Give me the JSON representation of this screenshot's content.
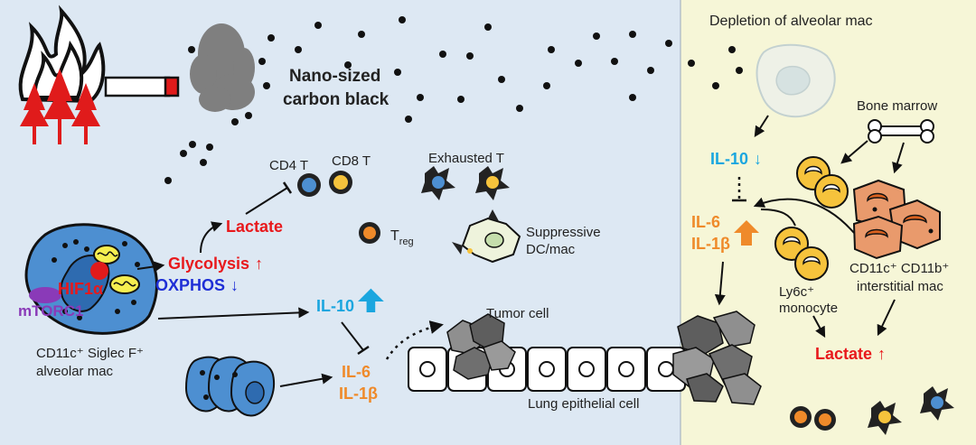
{
  "colors": {
    "left_panel": "#dde8f3",
    "right_panel": "#f6f6d7",
    "red": "#e8191c",
    "blue": "#1f2fd6",
    "cyan": "#1aa6df",
    "orange": "#ef8a2a",
    "purple": "#8a3ab8",
    "macrophage": "#4d8fd1",
    "interstitial": "#e99a6c",
    "monocyte": "#f6c33c"
  },
  "labels": {
    "carbon_black_1": "Nano-sized",
    "carbon_black_2": "carbon black",
    "depletion": "Depletion of alveolar mac",
    "bone_marrow": "Bone marrow",
    "cd4": "CD4 T",
    "cd8": "CD8 T",
    "exhausted": "Exhausted T",
    "lactate": "Lactate",
    "treg": "T",
    "treg_sub": "reg",
    "suppressive_1": "Suppressive",
    "suppressive_2": "DC/mac",
    "glycolysis": "Glycolysis",
    "glycolysis_arrow": "↑",
    "oxphos": "OXPHOS",
    "oxphos_arrow": "↓",
    "hif": "HIF1α",
    "mtorc": "mTORC1",
    "alv_mac_1": "CD11c⁺ Siglec F⁺",
    "alv_mac_2": "alveolar mac",
    "il10_left": "IL-10",
    "il6_left": "IL-6",
    "il1b_left": "IL-1β",
    "tumor_cell": "Tumor cell",
    "lung_epi": "Lung epithelial cell",
    "il10_right": "IL-10",
    "il10_right_arrow": "↓",
    "il6_right": "IL-6",
    "il1b_right": "IL-1β",
    "ly6c_1": "Ly6c⁺",
    "ly6c_2": "monocyte",
    "interstitial_1": "CD11c⁺ CD11b⁺",
    "interstitial_2": "interstitial mac",
    "lactate_right": "Lactate",
    "lactate_right_arrow": "↑"
  }
}
